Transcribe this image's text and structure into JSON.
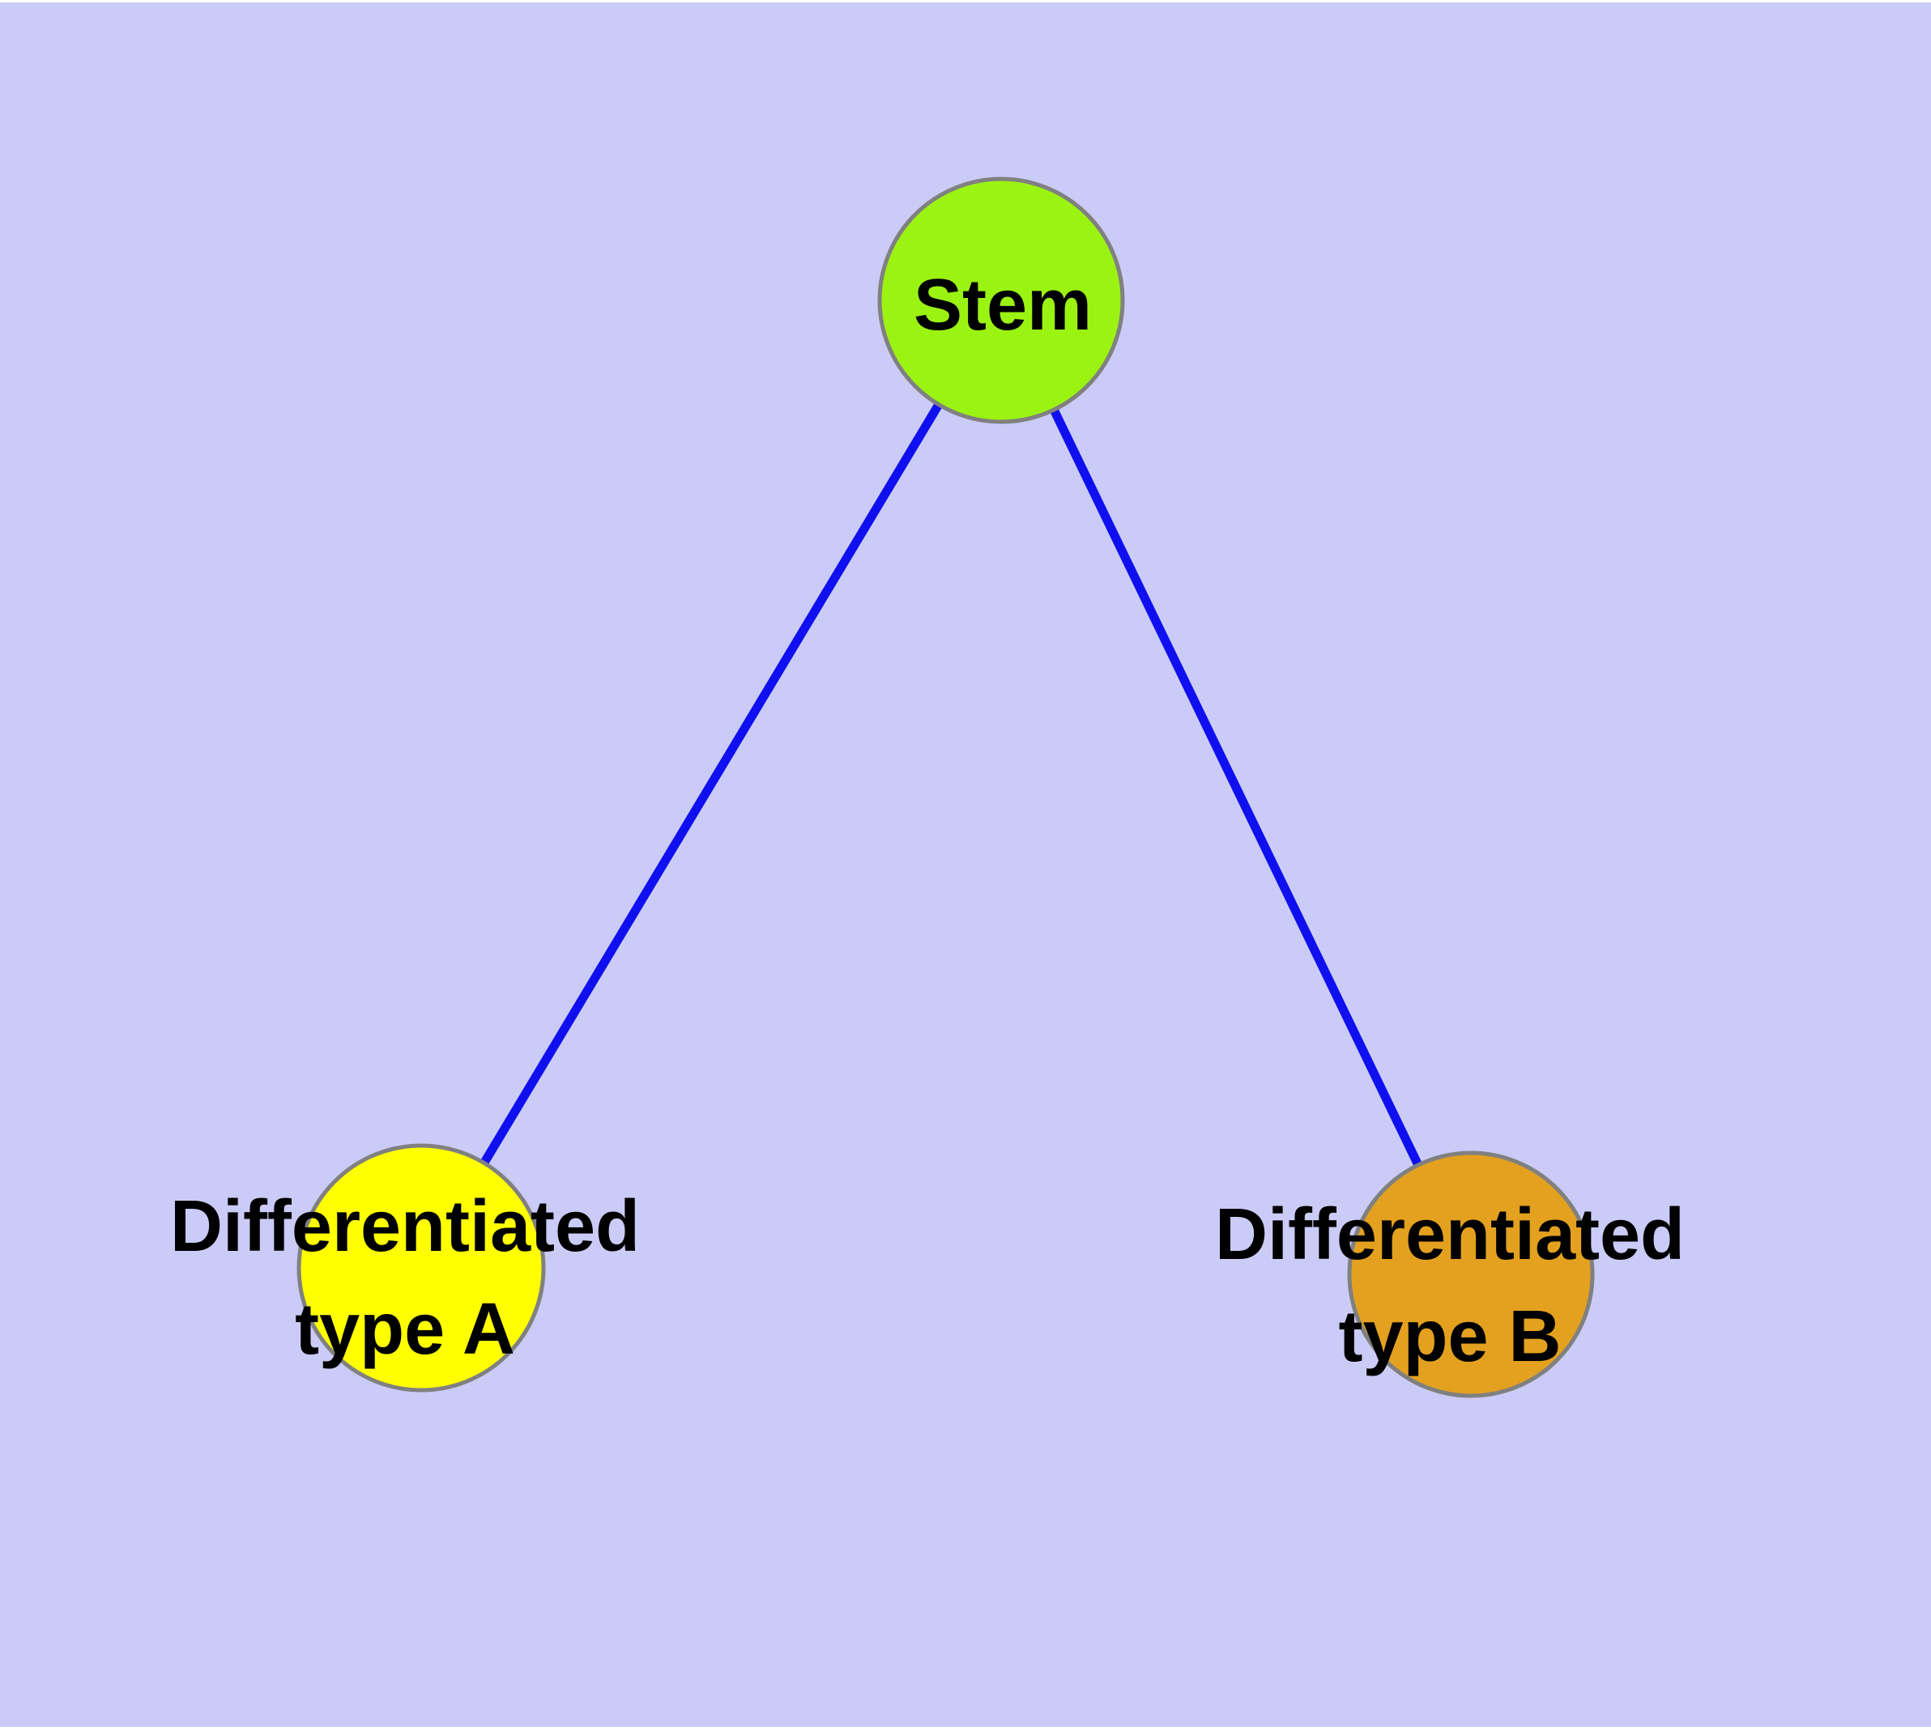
{
  "diagram": {
    "type": "graph",
    "background_color": "#CBCBF7",
    "label_color": "#000000",
    "nodes": {
      "stem": {
        "id": "stem",
        "label": "Stem",
        "shape": "circle",
        "fill": "#9BF312",
        "border_color": "#808080"
      },
      "type_a": {
        "id": "type_a",
        "label_line1": "Differentiated",
        "label_line2": "type A",
        "shape": "circle",
        "fill": "#FFFF00",
        "border_color": "#808080"
      },
      "type_b": {
        "id": "type_b",
        "label_line1": "Differentiated",
        "label_line2": "type B",
        "shape": "circle",
        "fill": "#E3A11F",
        "border_color": "#808080"
      }
    },
    "edges": {
      "color": "#0F0FF0",
      "list": [
        {
          "from": "stem",
          "to": "type_a"
        },
        {
          "from": "stem",
          "to": "type_b"
        }
      ]
    }
  }
}
